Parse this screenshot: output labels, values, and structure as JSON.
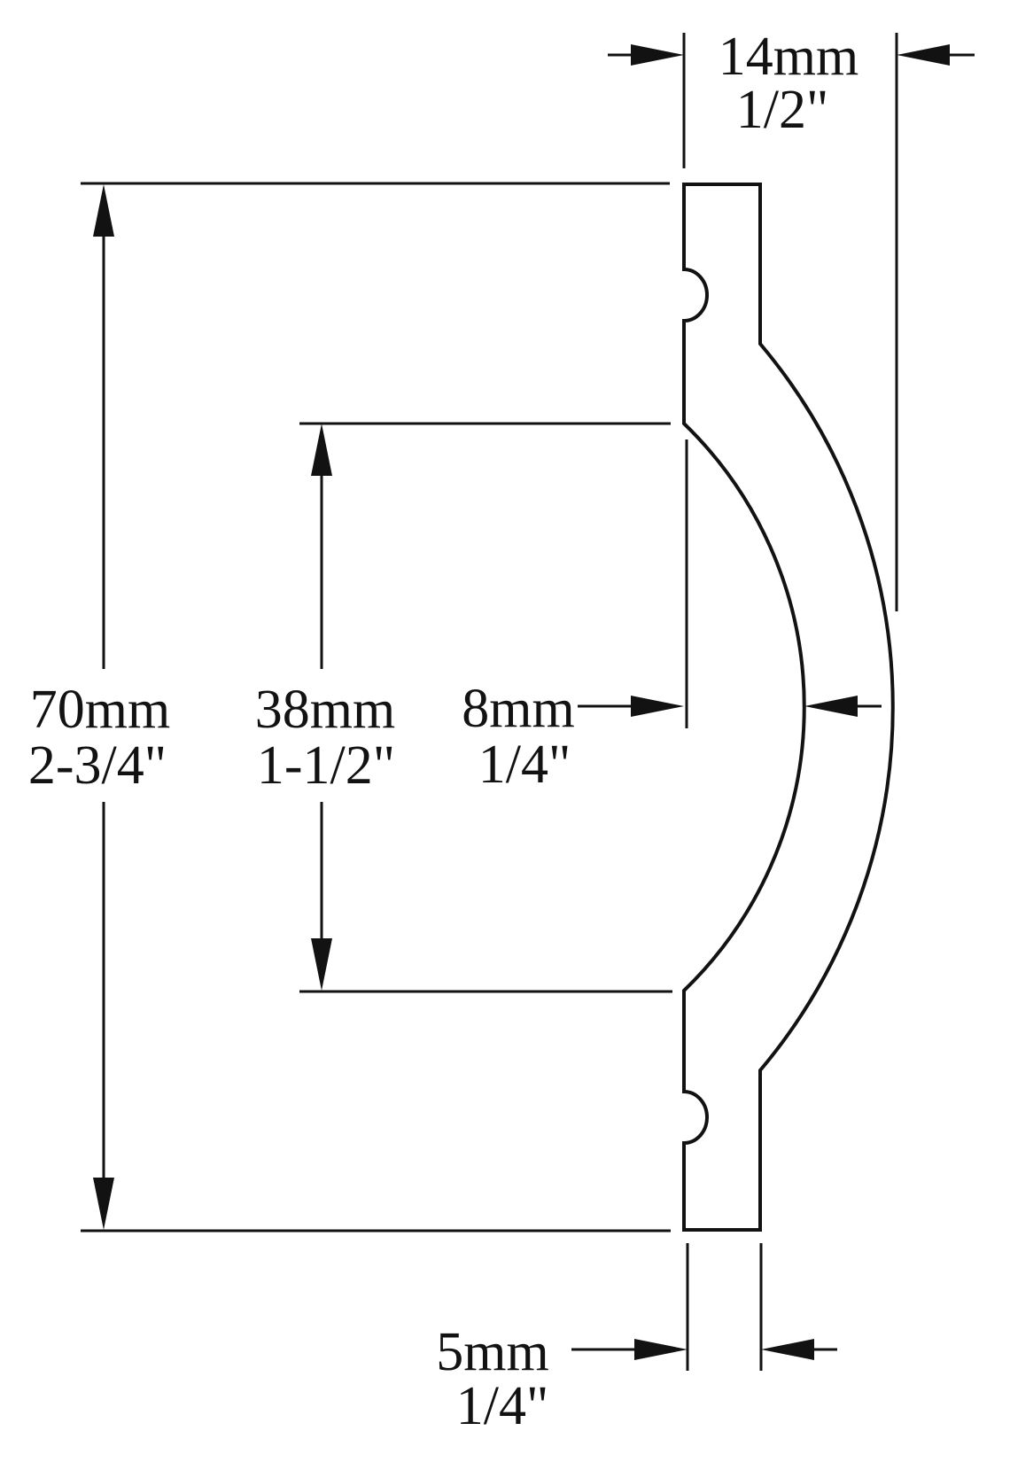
{
  "title": "Moulding profile cross-section technical drawing",
  "colors": {
    "line": "#121212",
    "background": "#ffffff"
  },
  "dims": {
    "overall_height": {
      "metric": "70mm",
      "imperial": "2-3/4\"",
      "measures": "overall profile height"
    },
    "face_height": {
      "metric": "38mm",
      "imperial": "1-1/2\"",
      "measures": "height of concave inner face"
    },
    "face_depth": {
      "metric": "8mm",
      "imperial": "1/4\"",
      "measures": "depth from back face to concave face"
    },
    "overall_depth": {
      "metric": "14mm",
      "imperial": "1/2\"",
      "measures": "overall profile depth"
    },
    "edge_thickness": {
      "metric": "5mm",
      "imperial": "1/4\"",
      "measures": "thickness of bottom edge"
    }
  }
}
